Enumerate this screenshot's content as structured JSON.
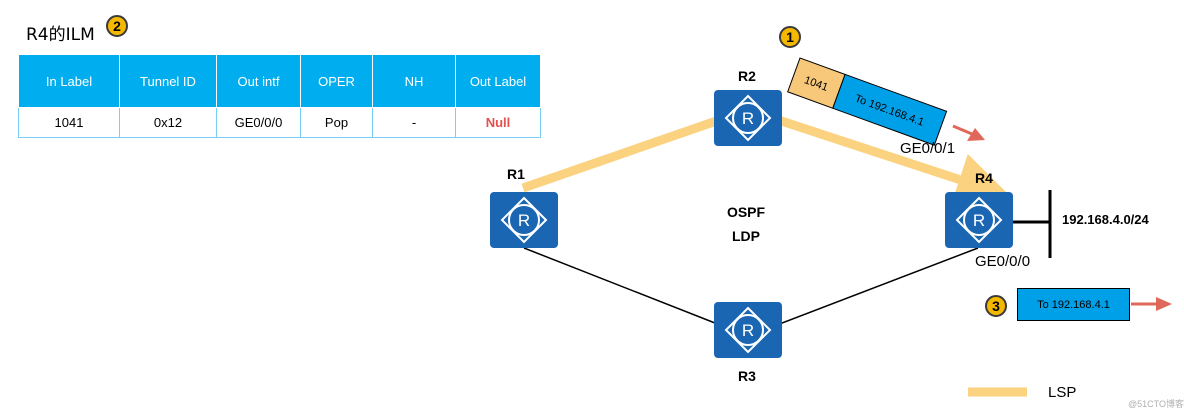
{
  "ilm": {
    "title": "R4的ILM",
    "badge": "2",
    "headers": [
      "In Label",
      "Tunnel ID",
      "Out intf",
      "OPER",
      "NH",
      "Out Label"
    ],
    "row": [
      "1041",
      "0x12",
      "GE0/0/0",
      "Pop",
      "-",
      "Null"
    ]
  },
  "routers": {
    "r1": "R1",
    "r2": "R2",
    "r3": "R3",
    "r4": "R4"
  },
  "center": {
    "line1": "OSPF",
    "line2": "LDP"
  },
  "interfaces": {
    "r4_in": "GE0/0/1",
    "r4_out": "GE0/0/0"
  },
  "network": "192.168.4.0/24",
  "packet1": {
    "badge": "1",
    "label": "1041",
    "dest": "To 192.168.4.1"
  },
  "packet3": {
    "badge": "3",
    "dest": "To 192.168.4.1"
  },
  "legend": {
    "lsp": "LSP"
  },
  "watermark": "@51CTO博客",
  "colors": {
    "router": "#1a66b3",
    "lsp": "#fbd27f",
    "header": "#00aeef",
    "badge": "#f5b800",
    "arrow": "#e0685a",
    "label_box": "#f7c77a",
    "packet_box": "#00a0e9"
  },
  "icons": {
    "router": "router-icon"
  }
}
